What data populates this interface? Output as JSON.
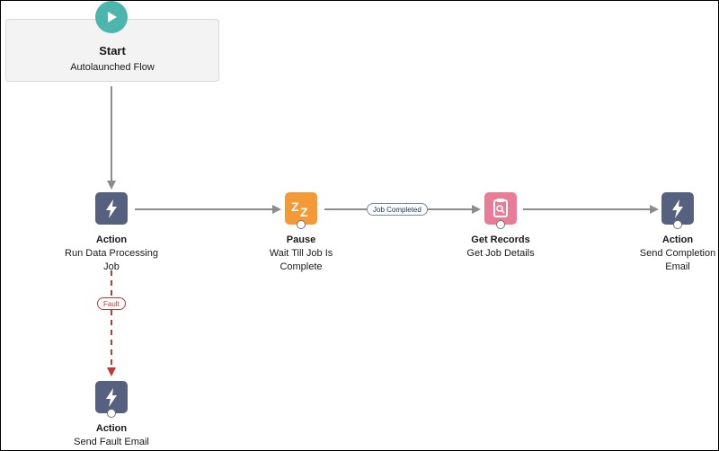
{
  "start": {
    "title": "Start",
    "subtitle": "Autolaunched Flow",
    "icon": "play-icon"
  },
  "nodes": [
    {
      "id": "run-data-processing-job",
      "type": "Action",
      "label": "Run Data Processing Job",
      "icon": "lightning-bolt-icon",
      "color": "#55617e"
    },
    {
      "id": "wait-till-job-is-complete",
      "type": "Pause",
      "label": "Wait Till Job Is Complete",
      "icon": "zz-sleep-icon",
      "color": "#f39a37"
    },
    {
      "id": "get-job-details",
      "type": "Get Records",
      "label": "Get Job Details",
      "icon": "record-lookup-icon",
      "color": "#e97c96"
    },
    {
      "id": "send-completion-email",
      "type": "Action",
      "label": "Send Completion Email",
      "icon": "lightning-bolt-icon",
      "color": "#55617e"
    },
    {
      "id": "send-fault-email",
      "type": "Action",
      "label": "Send Fault Email",
      "icon": "lightning-bolt-icon",
      "color": "#55617e"
    }
  ],
  "connectors": {
    "job_completed_label": "Job Completed",
    "fault_label": "Fault"
  },
  "colors": {
    "connector_line": "#8c8c8c",
    "fault_line": "#c23934",
    "start_icon": "#4db6ac"
  }
}
